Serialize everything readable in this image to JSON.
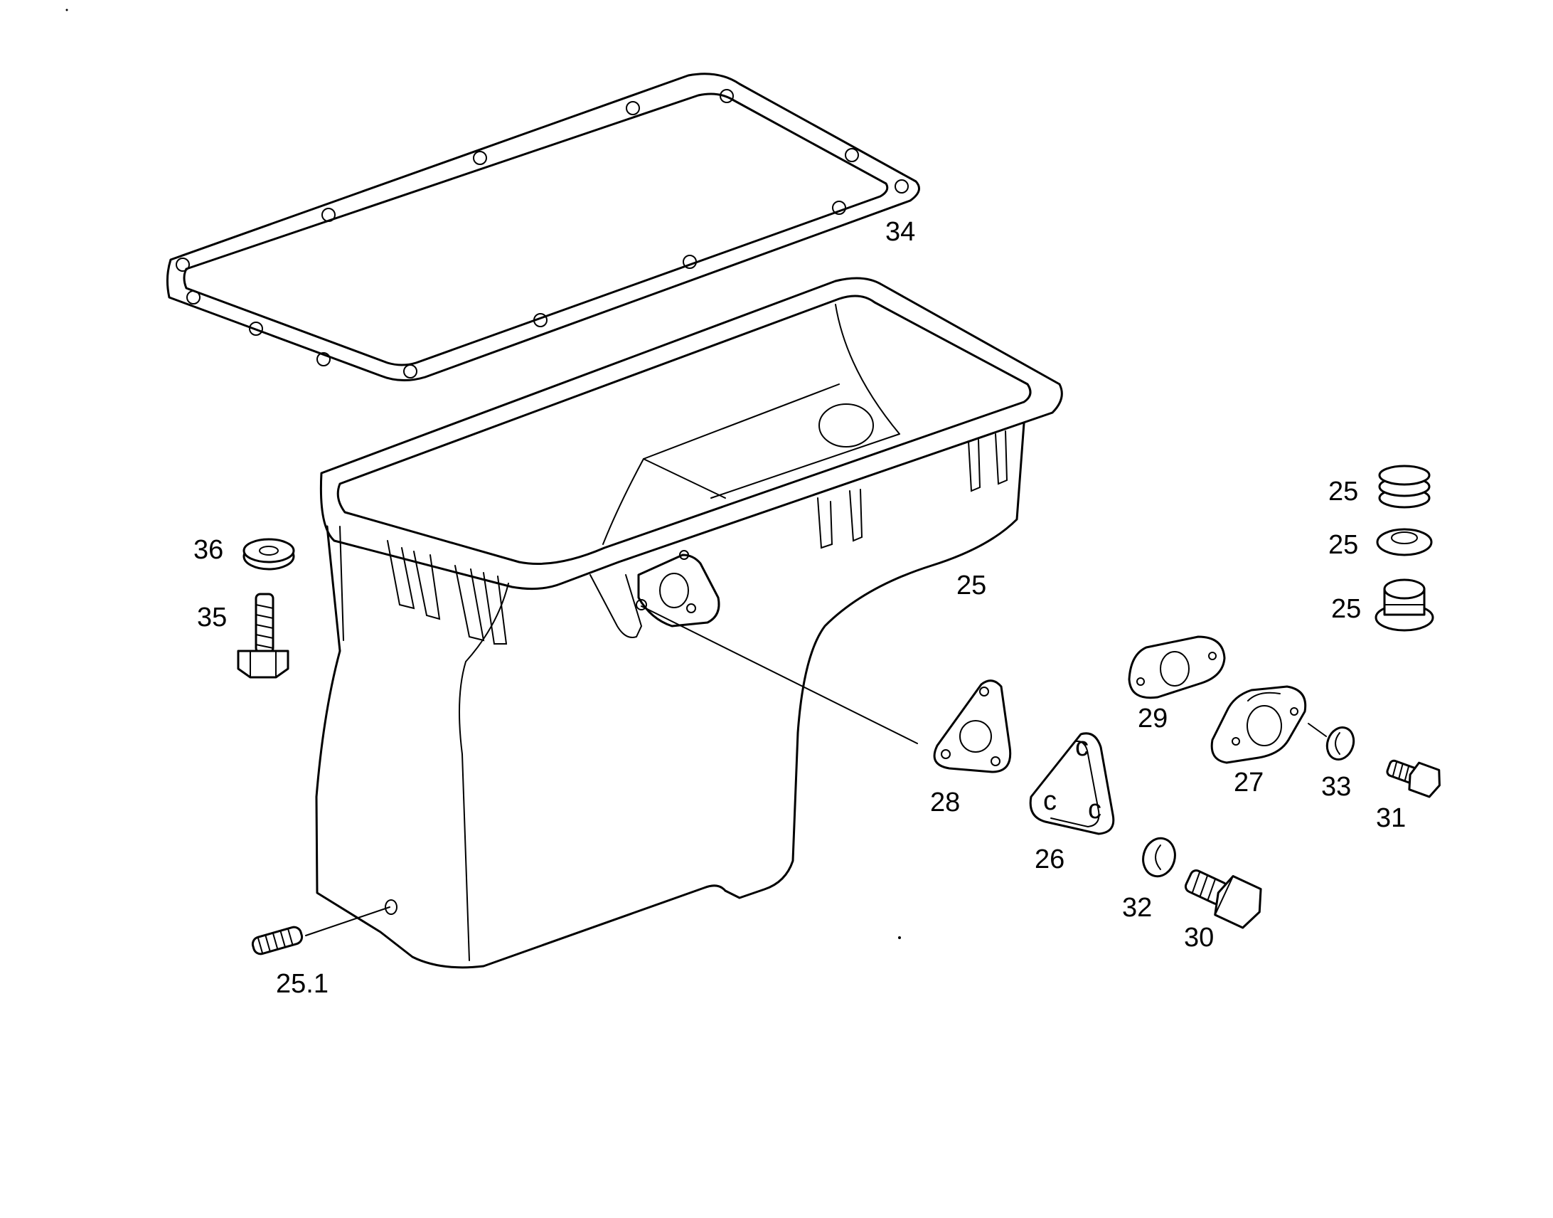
{
  "diagram": {
    "labels": {
      "gasket": "34",
      "oil_pan": "25",
      "plug_a": "25",
      "plug_b": "25",
      "plug_c": "25",
      "washer": "36",
      "bolt_left": "35",
      "pin": "25.1",
      "flange_gasket": "28",
      "cover": "26",
      "gasket_small": "29",
      "flange": "27",
      "seal_ring_upper": "33",
      "bolt_small": "31",
      "seal_ring_lower": "32",
      "drain_bolt": "30"
    },
    "colors": {
      "line": "#000000",
      "background": "#ffffff"
    }
  }
}
